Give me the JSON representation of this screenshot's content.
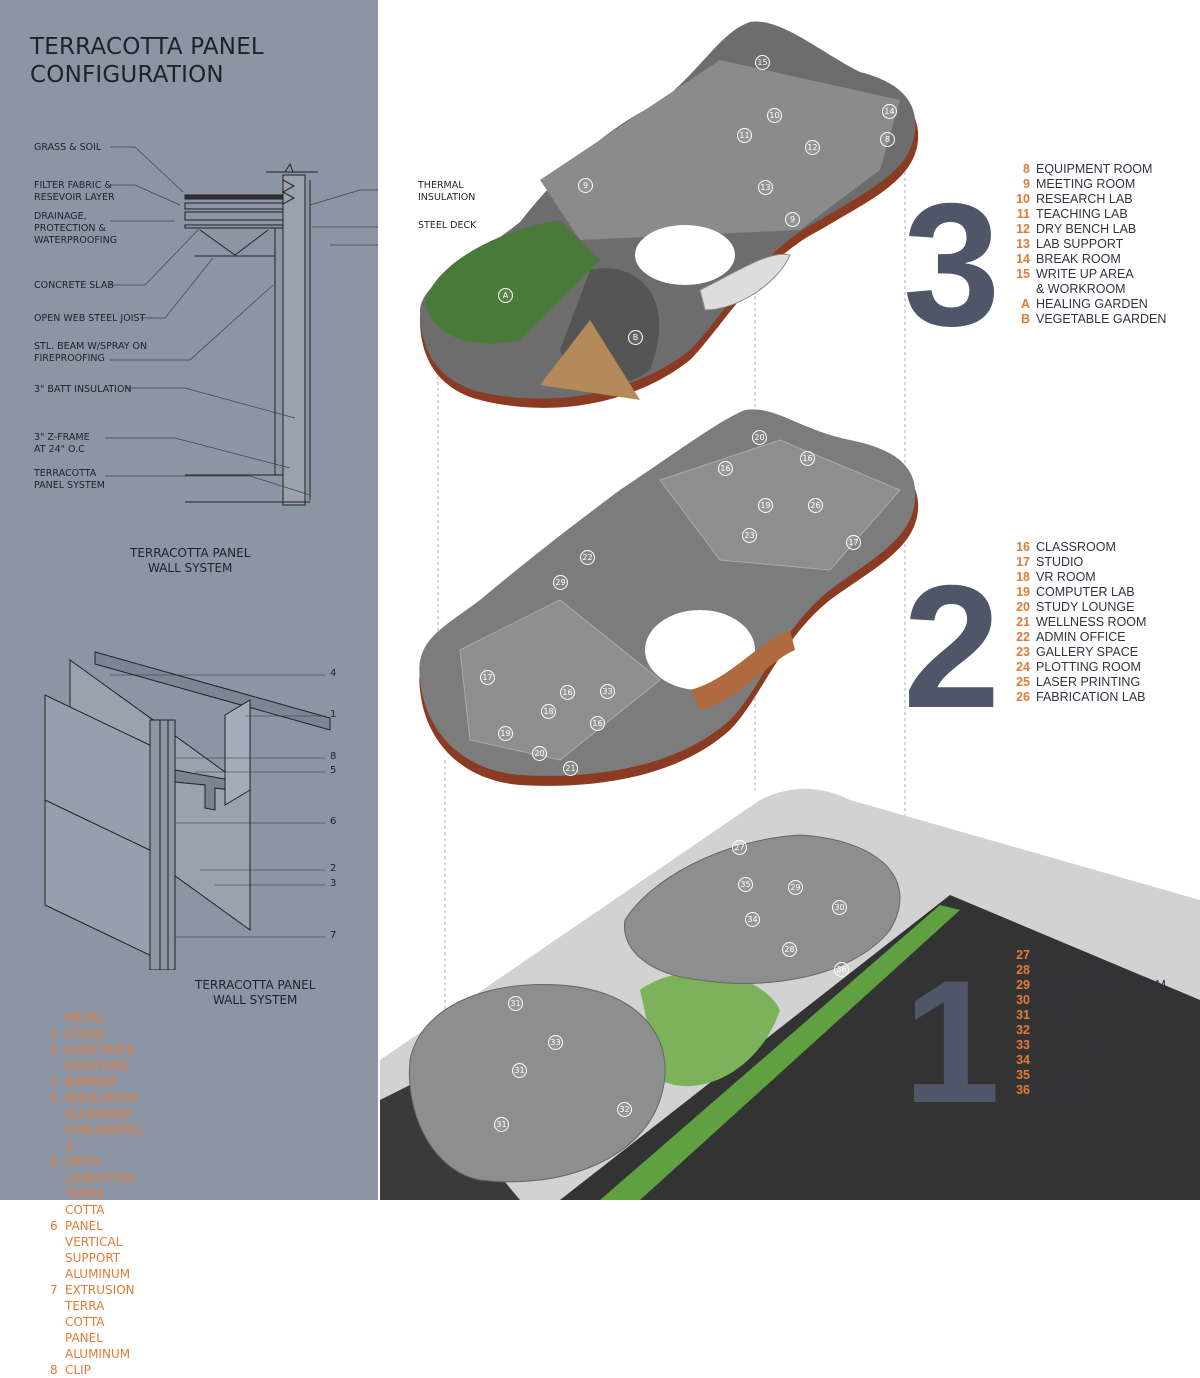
{
  "left": {
    "title_line1": "TERRACOTTA PANEL",
    "title_line2": "CONFIGURATION",
    "section_labels": [
      "GRASS & SOIL",
      "FILTER FABRIC &\nRESEVOIR LAYER",
      "DRAINAGE,\nPROTECTION &\nWATERPROOFING",
      "CONCRETE SLAB",
      "OPEN WEB STEEL JOIST",
      "STL. BEAM W/SPRAY ON\nFIREPROOFING",
      "3\" BATT INSULATION",
      "3\" Z-FRAME\nAT 24\" O.C",
      "TERRACOTTA\nPANEL SYSTEM"
    ],
    "right_labels": [
      "THERMAL\nINSULATION",
      "STEEL DECK"
    ],
    "caption1": "TERRACOTTA PANEL\nWALL SYSTEM",
    "detail_numbers": [
      "4",
      "1",
      "8",
      "5",
      "6",
      "2",
      "3",
      "7"
    ],
    "caption2": "TERRACOTTA PANEL\nWALL SYSTEM",
    "materials": [
      {
        "k": "1",
        "v": "METAL STUDS"
      },
      {
        "k": "2",
        "v": "SUBSTRATE"
      },
      {
        "k": "3",
        "v": "MOISTURE BARRIER"
      },
      {
        "k": "4",
        "v": "INSULATION"
      },
      {
        "k": "5",
        "v": "ALUMINUM HORIZONTAL Z-GIRTS"
      },
      {
        "k": "6",
        "v": "LONGOTON TERRA COTTA PANEL"
      },
      {
        "k": "7",
        "v": "VERTICAL SUPPORT ALUMINUM EXTRUSION"
      },
      {
        "k": "8",
        "v": "TERRA COTTA PANEL ALUMINUM CLIP"
      }
    ]
  },
  "levels": [
    {
      "number": "3",
      "rooms": [
        {
          "k": "8",
          "v": "EQUIPMENT ROOM"
        },
        {
          "k": "9",
          "v": "MEETING ROOM"
        },
        {
          "k": "10",
          "v": "RESEARCH LAB"
        },
        {
          "k": "11",
          "v": "TEACHING LAB"
        },
        {
          "k": "12",
          "v": "DRY BENCH LAB"
        },
        {
          "k": "13",
          "v": "LAB SUPPORT"
        },
        {
          "k": "14",
          "v": "BREAK ROOM"
        },
        {
          "k": "15",
          "v": "WRITE UP AREA"
        },
        {
          "k": "",
          "v": "& WORKROOM"
        },
        {
          "k": "A",
          "v": "HEALING GARDEN"
        },
        {
          "k": "B",
          "v": "VEGETABLE GARDEN"
        }
      ],
      "tags": [
        "15",
        "10",
        "11",
        "12",
        "14",
        "8",
        "9",
        "13",
        "9",
        "A",
        "B"
      ]
    },
    {
      "number": "2",
      "rooms": [
        {
          "k": "16",
          "v": "CLASSROOM"
        },
        {
          "k": "17",
          "v": "STUDIO"
        },
        {
          "k": "18",
          "v": "VR ROOM"
        },
        {
          "k": "19",
          "v": "COMPUTER LAB"
        },
        {
          "k": "20",
          "v": "STUDY LOUNGE"
        },
        {
          "k": "21",
          "v": "WELLNESS ROOM"
        },
        {
          "k": "22",
          "v": "ADMIN OFFICE"
        },
        {
          "k": "23",
          "v": "GALLERY SPACE"
        },
        {
          "k": "24",
          "v": "PLOTTING ROOM"
        },
        {
          "k": "25",
          "v": "LASER PRINTING"
        },
        {
          "k": "26",
          "v": "FABRICATION LAB"
        }
      ],
      "tags": [
        "20",
        "16",
        "16",
        "19",
        "26",
        "23",
        "17",
        "22",
        "29",
        "17",
        "16",
        "33",
        "18",
        "19",
        "20",
        "21",
        "16"
      ]
    },
    {
      "number": "1",
      "rooms": [
        {
          "k": "27",
          "v": "LOBBY"
        },
        {
          "k": "28",
          "v": "CONSULTING"
        },
        {
          "k": "29",
          "v": "CONFERENCE ROOM"
        },
        {
          "k": "30",
          "v": "OFFICE"
        },
        {
          "k": "31",
          "v": "RETAIL"
        },
        {
          "k": "32",
          "v": "FOOD COURT"
        },
        {
          "k": "33",
          "v": "STORAGE"
        },
        {
          "k": "34",
          "v": "KITCHENETTE"
        },
        {
          "k": "35",
          "v": "MAIL ROOM"
        },
        {
          "k": "36",
          "v": "UNDERGROUND"
        },
        {
          "k": "",
          "v": "PARKING"
        }
      ],
      "tags": [
        "27",
        "35",
        "29",
        "30",
        "34",
        "28",
        "36",
        "31",
        "33",
        "31",
        "32",
        "31"
      ]
    }
  ],
  "colors": {
    "panel": "#8b95a4",
    "accent": "#e07b39",
    "numeral": "#4e5668",
    "terracotta": "#8a3b22"
  }
}
